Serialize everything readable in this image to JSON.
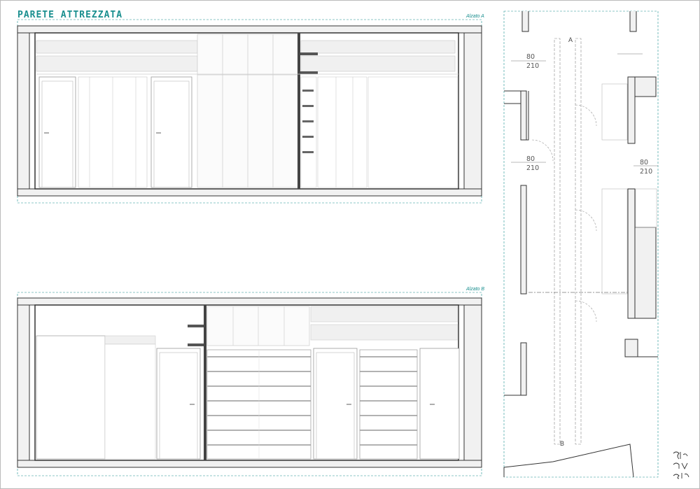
{
  "sheet": {
    "title": "PARETE ATTREZZATA",
    "tag_a": "Alzato A",
    "tag_b": "Alzato B",
    "accent": "#1a8f8f",
    "line": "#555555",
    "light": "#cccccc"
  },
  "plan": {
    "doors": [
      {
        "w": "80",
        "h": "210"
      },
      {
        "w": "80",
        "h": "210"
      },
      {
        "w": "80",
        "h": "210"
      }
    ],
    "section_a": "A",
    "section_b": "B"
  }
}
